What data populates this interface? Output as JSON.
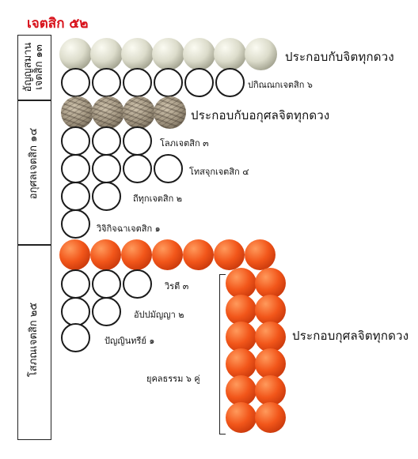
{
  "title": "เจตสิก ๕๒",
  "side_labels": {
    "group1": [
      "อัญญสมาน",
      "เจตสิก ๑๓"
    ],
    "group2": "อกุศลเจตสิก ๑๔",
    "group3": "โสภณเจตสิก ๒๕"
  },
  "labels": {
    "every_citta": "ประกอบกับจิตทุกดวง",
    "pakinnaka": "ปกิณณกเจตสิก ๖",
    "every_akusala": "ประกอบกับอกุศลจิตทุกดวง",
    "lobha": "โลภเจตสิก ๓",
    "dosa": "โทสจุกเจตสิก ๔",
    "thina": "ถีทุกเจตสิก ๒",
    "vicikiccha": "วิจิกิจฉาเจตสิก ๑",
    "virati": "วิรตี ๓",
    "appamanna": "อัปปมัญญา ๒",
    "panna": "ปัญญินทรีย์ ๑",
    "every_kusala": "ประกอบกุศลจิตทุกดวง",
    "yugala": "ยุคลธรรม ๖ คู่"
  },
  "colors": {
    "title": "#d8121b",
    "orange": "#f2561a",
    "pearl": "#dcdccb"
  }
}
